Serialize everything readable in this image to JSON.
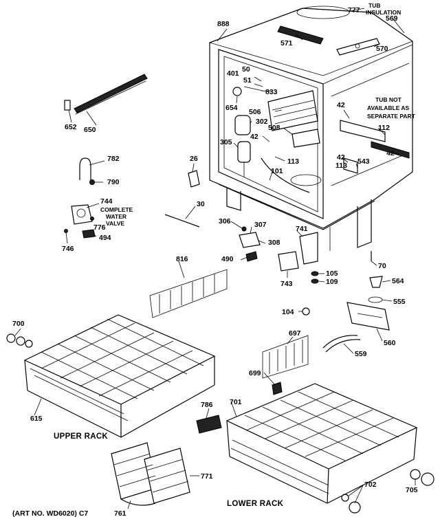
{
  "labels": {
    "p777": "777",
    "p569": "569",
    "p888": "888",
    "p571": "571",
    "p570": "570",
    "p401": "401",
    "p50": "50",
    "p51": "51",
    "p833": "833",
    "p654": "654",
    "p506": "506",
    "p42a": "42",
    "p42b": "42",
    "p42c": "42",
    "p42d": "42",
    "p112": "112",
    "p302": "302",
    "p508": "508",
    "p305": "305",
    "p113a": "113",
    "p113b": "113",
    "p543": "543",
    "p101": "101",
    "p26": "26",
    "p652": "652",
    "p650": "650",
    "p782": "782",
    "p790": "790",
    "p744": "744",
    "p776": "776",
    "p494": "494",
    "p746": "746",
    "p30": "30",
    "p306": "306",
    "p307": "307",
    "p308": "308",
    "p741": "741",
    "p490": "490",
    "p743": "743",
    "p105": "105",
    "p109": "109",
    "p70": "70",
    "p564": "564",
    "p555": "555",
    "p104": "104",
    "p560": "560",
    "p559": "559",
    "p816": "816",
    "p700": "700",
    "p697": "697",
    "p615": "615",
    "p699": "699",
    "p786": "786",
    "p701": "701",
    "p771": "771",
    "p702": "702",
    "p705": "705",
    "p761": "761"
  },
  "notes": {
    "tub_insulation_1": "TUB",
    "tub_insulation_2": "INSULATION",
    "tub_not_1": "TUB NOT",
    "tub_not_2": "AVAILABLE AS",
    "tub_not_3": "SEPARATE PART",
    "valve_1": "COMPLETE",
    "valve_2": "WATER",
    "valve_3": "VALVE"
  },
  "captions": {
    "upper_rack": "UPPER RACK",
    "lower_rack": "LOWER RACK",
    "art_no": "(ART NO. WD6020) C7"
  }
}
